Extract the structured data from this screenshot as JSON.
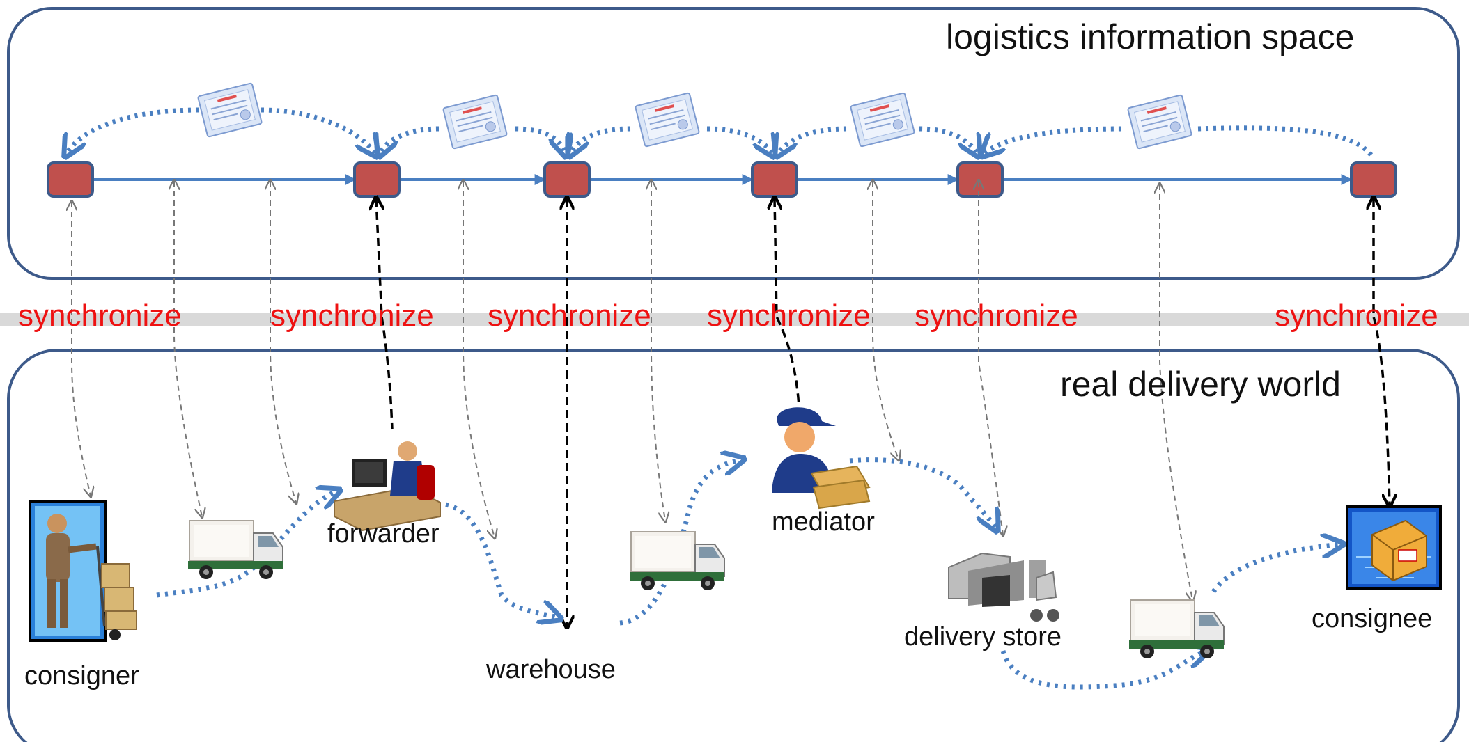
{
  "layers": {
    "information_space": "logistics information space",
    "real_world": "real delivery world"
  },
  "sync_label": "synchronize",
  "actors": {
    "consigner": "consigner",
    "forwarder": "forwarder",
    "warehouse": "warehouse",
    "mediator": "mediator",
    "delivery_store": "delivery store",
    "consignee": "consignee"
  },
  "colors": {
    "frame": "#3d5a8a",
    "flow": "#4a7fc1",
    "node": "#c0504d",
    "sync_text": "#ee1111",
    "sync_band": "#d9d9d9"
  },
  "icons": [
    "certificate-icon",
    "truck-icon",
    "person-hand-truck-icon",
    "office-worker-icon",
    "delivery-man-icon",
    "warehouse-forklift-icon",
    "package-icon"
  ]
}
